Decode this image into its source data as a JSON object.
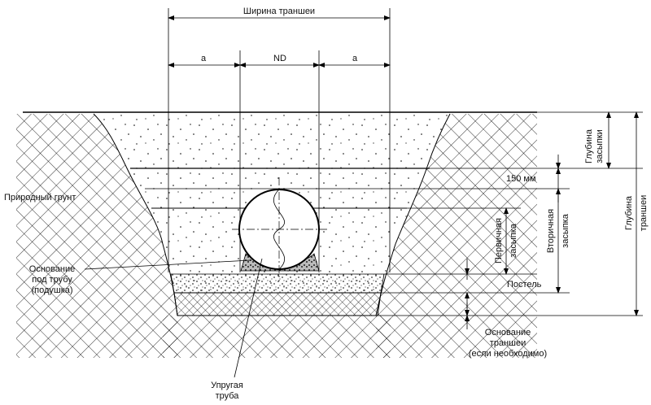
{
  "labels": {
    "trench_width": "Ширина траншеи",
    "a_left": "a",
    "nd": "ND",
    "a_right": "a",
    "native_soil": "Природный грунт",
    "pipe_base_line1": "Основание",
    "pipe_base_line2": "под трубу",
    "pipe_base_line3": "(подушка)",
    "flexible_pipe_line1": "Упругая",
    "flexible_pipe_line2": "труба",
    "mm150": "150 мм",
    "bedding": "Постель",
    "trench_base_line1": "Основание",
    "trench_base_line2": "траншеи",
    "trench_base_line3": "(если необходимо)",
    "primary_fill_line1": "Первичная",
    "primary_fill_line2": "засыпка",
    "secondary_fill_line1": "Вторичная",
    "secondary_fill_line2": "засыпка",
    "fill_depth_line1": "Глубина",
    "fill_depth_line2": "засыпки",
    "trench_depth_line1": "Глубина",
    "trench_depth_line2": "траншеи"
  },
  "colors": {
    "line": "#000000",
    "background": "#ffffff",
    "bedding_fill": "#d9d9d9"
  }
}
